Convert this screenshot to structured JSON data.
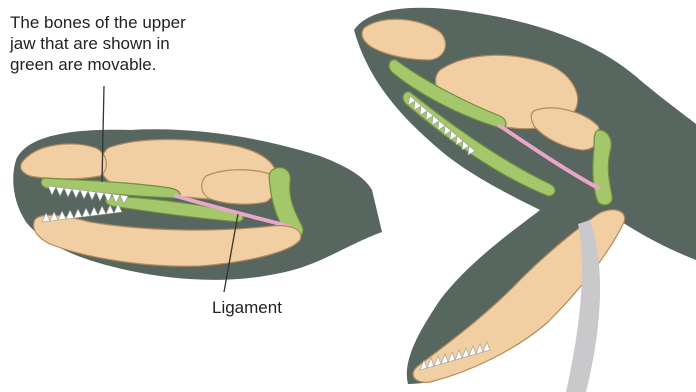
{
  "caption": {
    "lines": [
      "The bones of the upper",
      "jaw that are shown in",
      "green are movable."
    ]
  },
  "ligament_label": "Ligament",
  "colors": {
    "head_shadow": "#586660",
    "bone": "#f1cfa3",
    "bone_outline": "#b48a5c",
    "movable_bone": "#a4c76c",
    "movable_outline": "#6e8f3e",
    "ligament": "#e8a6c8",
    "teeth": "#ffffff",
    "pointer_ribbon": "#c9c9cb",
    "leader_line": "#333333"
  },
  "panels": [
    {
      "name": "closed-jaw-skull"
    },
    {
      "name": "open-jaw-skull"
    }
  ]
}
